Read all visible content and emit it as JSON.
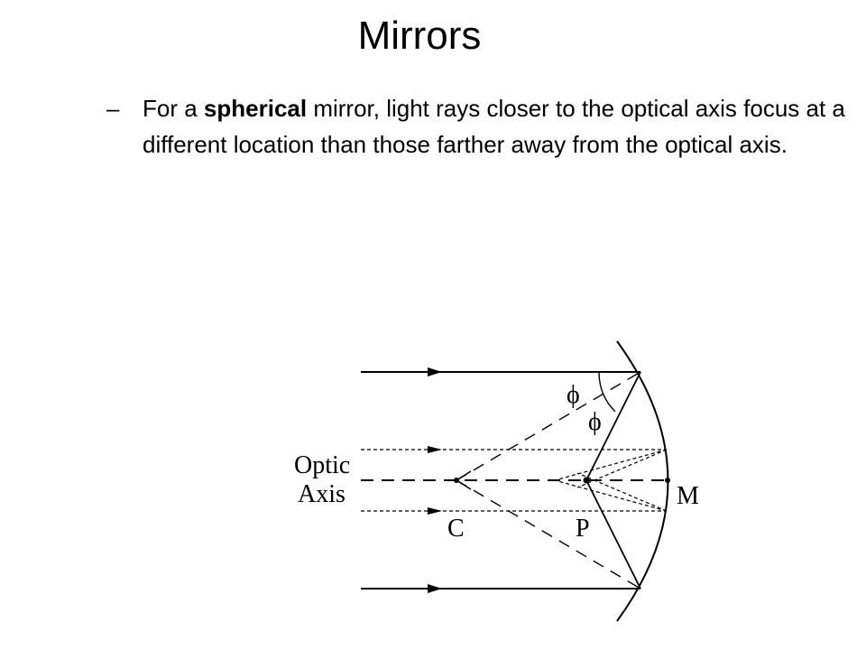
{
  "slide": {
    "title": "Mirrors",
    "bullet": {
      "dash": "–",
      "before": "For a ",
      "bold": "spherical",
      "after": " mirror, light rays closer to the optical axis focus at a different location than those farther away from the optical axis."
    }
  },
  "diagram": {
    "labels": {
      "optic_line1": "Optic",
      "optic_line2": "Axis",
      "center": "C",
      "focus": "P",
      "mirror_vertex": "M",
      "angle_upper": "ϕ",
      "angle_lower": "ϕ"
    }
  }
}
